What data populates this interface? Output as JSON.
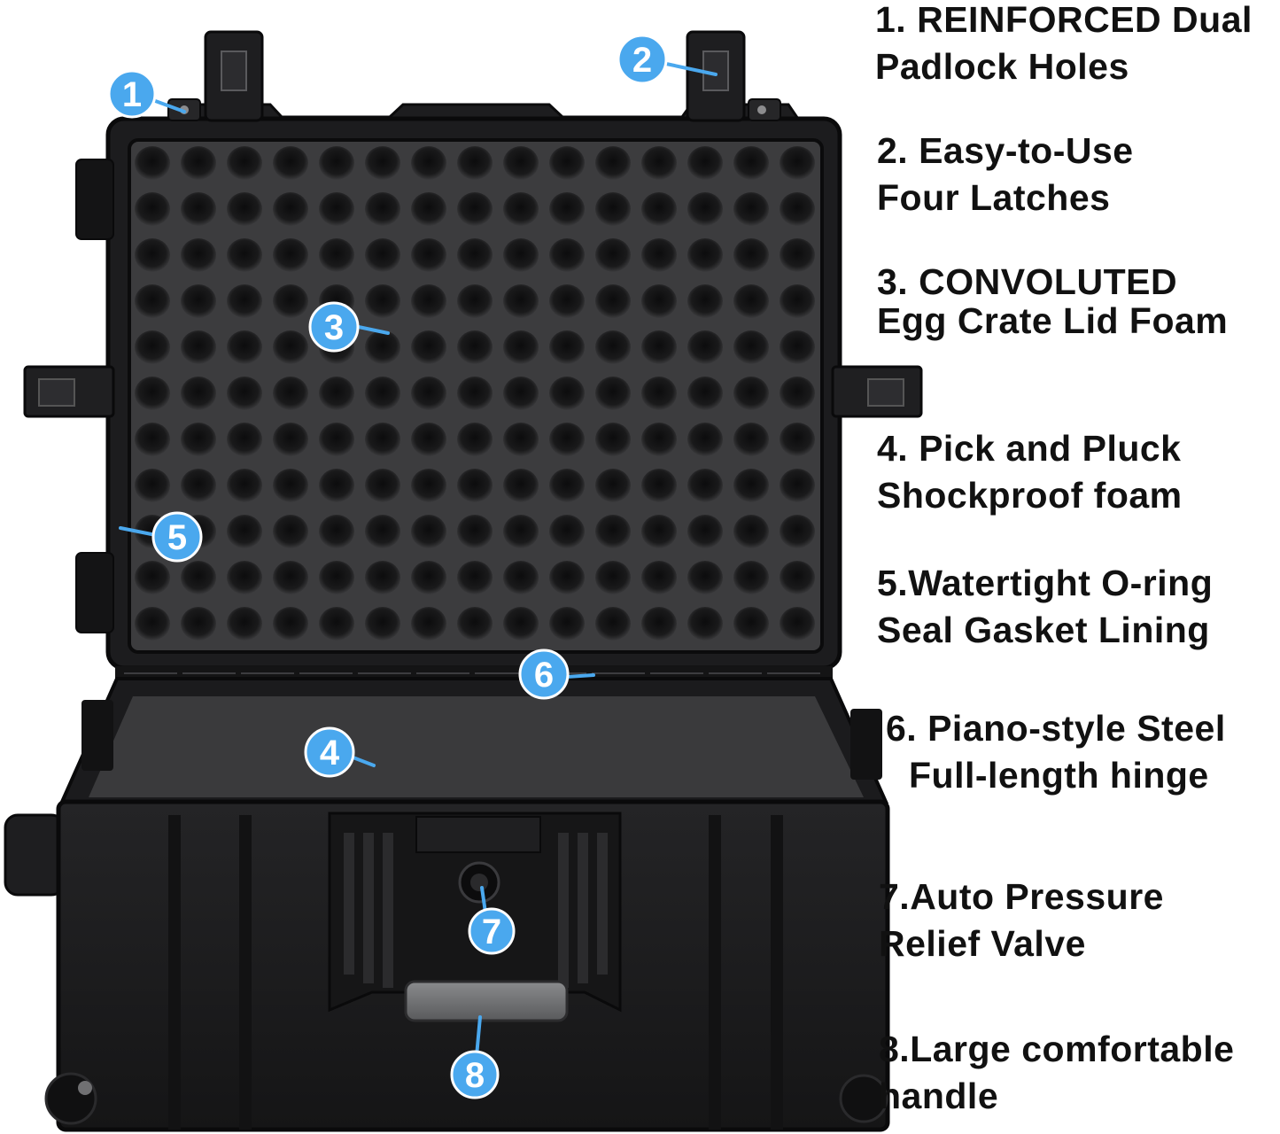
{
  "colors": {
    "callout": "#4aa8ee",
    "callout_text": "#ffffff",
    "case_body": "#1b1b1c",
    "case_edge": "#0c0c0d",
    "foam": "#2a2a2c",
    "handle_grey": "#6e6f71",
    "label_text": "#111111"
  },
  "features": [
    {
      "line1": "1. REINFORCED Dual",
      "line2": "Padlock Holes"
    },
    {
      "line1": "2. Easy-to-Use",
      "line2": "Four Latches"
    },
    {
      "line1": "3. CONVOLUTED",
      "line2": "Egg Crate Lid Foam"
    },
    {
      "line1": "4. Pick and Pluck",
      "line2": "Shockproof foam"
    },
    {
      "line1": "5.Watertight O-ring",
      "line2": "Seal Gasket Lining"
    },
    {
      "line1": "6. Piano-style Steel",
      "line2": "Full-length hinge"
    },
    {
      "line1": "7.Auto Pressure",
      "line2": "Relief Valve"
    },
    {
      "line1": "8.Large comfortable",
      "line2": "handle"
    }
  ],
  "callouts": [
    "1",
    "2",
    "3",
    "4",
    "5",
    "6",
    "7",
    "8"
  ],
  "icons": {
    "callout_marker": "numbered-circle-icon",
    "latch": "latch-icon",
    "valve": "pressure-valve-icon",
    "wheel": "wheel-icon"
  }
}
